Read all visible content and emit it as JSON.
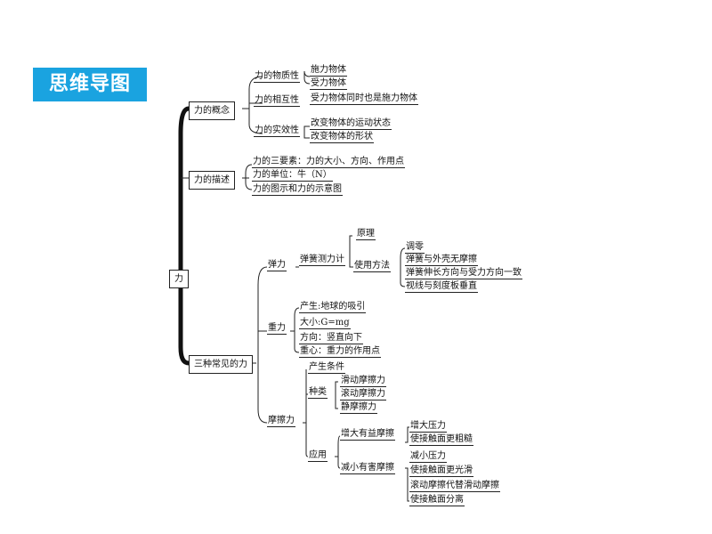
{
  "title": "思维导图",
  "root": "力",
  "concept": {
    "label": "力的概念",
    "material": {
      "label": "力的物质性",
      "items": [
        "施力物体",
        "受力物体"
      ]
    },
    "mutual": {
      "label": "力的相互性",
      "items": [
        "受力物体同时也是施力物体"
      ]
    },
    "effect": {
      "label": "力的实效性",
      "items": [
        "改变物体的运动状态",
        "改变物体的形状"
      ]
    }
  },
  "describe": {
    "label": "力的描述",
    "items": [
      "力的三要素：力的大小、方向、作用点",
      "力的单位：牛（N）",
      "力的图示和力的示意图"
    ]
  },
  "common": {
    "label": "三种常见的力",
    "elastic": {
      "label": "弹力",
      "meter": "弹簧测力计",
      "principle": "原理",
      "usage": "使用方法",
      "usage_items": [
        "调零",
        "弹簧与外壳无摩擦",
        "弹簧伸长方向与受力方向一致",
        "视线与刻度板垂直"
      ]
    },
    "gravity": {
      "label": "重力",
      "items": [
        "产生:地球的吸引",
        "大小:G=mg",
        "方向：竖直向下",
        "重心：重力的作用点"
      ]
    },
    "friction": {
      "label": "摩擦力",
      "condition": "产生条件",
      "kinds": {
        "label": "种类",
        "items": [
          "滑动摩擦力",
          "滚动摩擦力",
          "静摩擦力"
        ]
      },
      "apply": {
        "label": "应用",
        "increase": {
          "label": "增大有益摩擦",
          "items": [
            "增大压力",
            "使接触面更粗糙"
          ]
        },
        "decrease": {
          "label": "减小有害摩擦",
          "items": [
            "减小压力",
            "使接触面更光滑",
            "滚动摩擦代替滑动摩擦",
            "使接触面分离"
          ]
        }
      }
    }
  }
}
